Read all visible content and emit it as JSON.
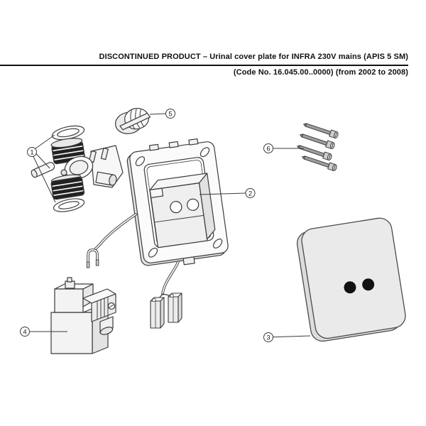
{
  "header": {
    "line1": "DISCONTINUED PRODUCT – Urinal cover plate for INFRA 230V mains (APIS 5 SM)",
    "line2": "(Code No. 16.045.00..0000) (from 2002 to 2008)"
  },
  "colors": {
    "background": "#ffffff",
    "text": "#111111",
    "rule": "#111111",
    "line_art_stroke": "#3b3b3b",
    "coil_dark": "#222222",
    "plate_fill": "#eaeaea",
    "sensor_dot": "#111111"
  },
  "callouts": [
    {
      "label": "1"
    },
    {
      "label": "2"
    },
    {
      "label": "3"
    },
    {
      "label": "4"
    },
    {
      "label": "5"
    },
    {
      "label": "6"
    }
  ]
}
